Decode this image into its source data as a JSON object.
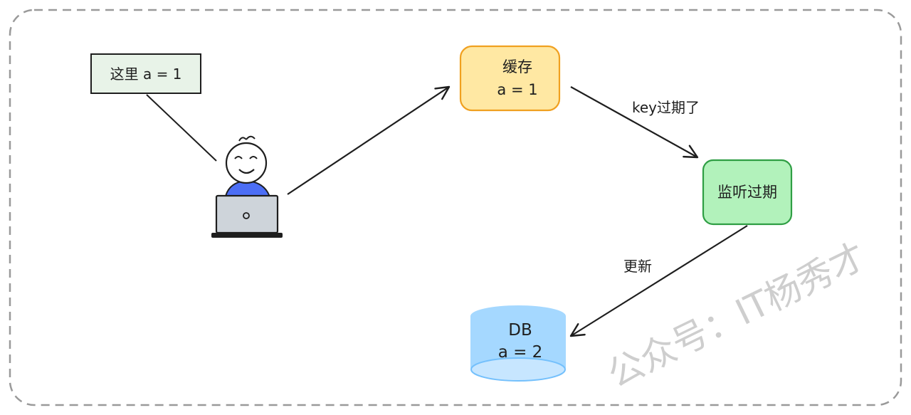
{
  "note": {
    "text": "这里 a = 1"
  },
  "cache": {
    "title": "缓存",
    "value": "a = 1"
  },
  "edge_expire": {
    "label": "key过期了"
  },
  "listener": {
    "title": "监听过期"
  },
  "edge_update": {
    "label": "更新"
  },
  "db": {
    "title": "DB",
    "value": "a = 2"
  },
  "watermark": {
    "text": "公众号：IT杨秀才"
  },
  "colors": {
    "frame_border": "#9a9a9a",
    "note_fill": "#e8f3e8",
    "note_stroke": "#1e1e1e",
    "cache_fill": "#ffe8a3",
    "cache_stroke": "#f0a020",
    "listener_fill": "#b2f2bb",
    "listener_stroke": "#2f9e44",
    "db_fill": "#a5d8ff",
    "db_top": "#c7e6ff",
    "person_shirt": "#4c6ef5",
    "laptop_fill": "#ced4da",
    "ink": "#1e1e1e",
    "watermark": "#bdbdbd"
  },
  "icons": {
    "user": "person-at-laptop-icon",
    "db": "database-cylinder-icon"
  }
}
